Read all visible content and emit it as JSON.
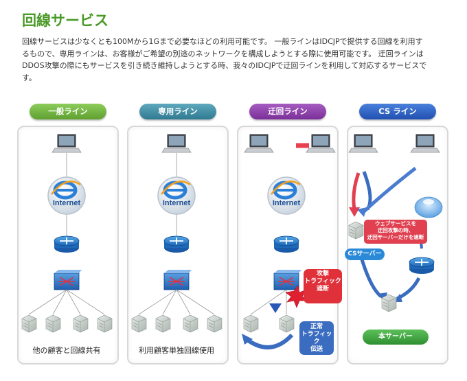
{
  "page": {
    "title": "回線サービス",
    "description": "回線サービスは少なくとも100Mから1Gまで必要なほどの利用可能です。 一般ラインはIDCJPで提供する回線を利用するもので、専用ラインは、お客様がご希望の別途のネットワークを構成しようとする際に使用可能です。 迂回ラインはDDOS攻撃の際にもサービスを引き続き維持しようとする時、我々のIDCJPで迂回ラインを利用して対応するサービスです。"
  },
  "columns": [
    {
      "label": "一般ライン",
      "color": "#6db33f",
      "caption": "他の顧客と回線共有"
    },
    {
      "label": "専用ライン",
      "color": "#3c8aa0",
      "caption": "利用顧客単独回線使用"
    },
    {
      "label": "迂回ライン",
      "color": "#8a3fa8",
      "caption": ""
    },
    {
      "label": "CS ライン",
      "color": "#2f5fbf",
      "caption": ""
    }
  ],
  "icons": {
    "internet_text": "Internet"
  },
  "detour": {
    "attack_label": "攻撃\nトラフィック\n遮断",
    "normal_label": "正常\nトラフィック\n伝送",
    "attack_color": "#e0303a",
    "normal_color": "#3a6cc0"
  },
  "cs": {
    "warning_label": "ウェブサービスを\n迂回攻撃の時、\n迂回サーバーだけを遮断",
    "cs_server_label": "CSサーバー",
    "main_server_label": "本サーバー",
    "warning_color": "#e04050",
    "cs_server_color": "#2a8ad8",
    "main_server_color": "#3aa040"
  }
}
